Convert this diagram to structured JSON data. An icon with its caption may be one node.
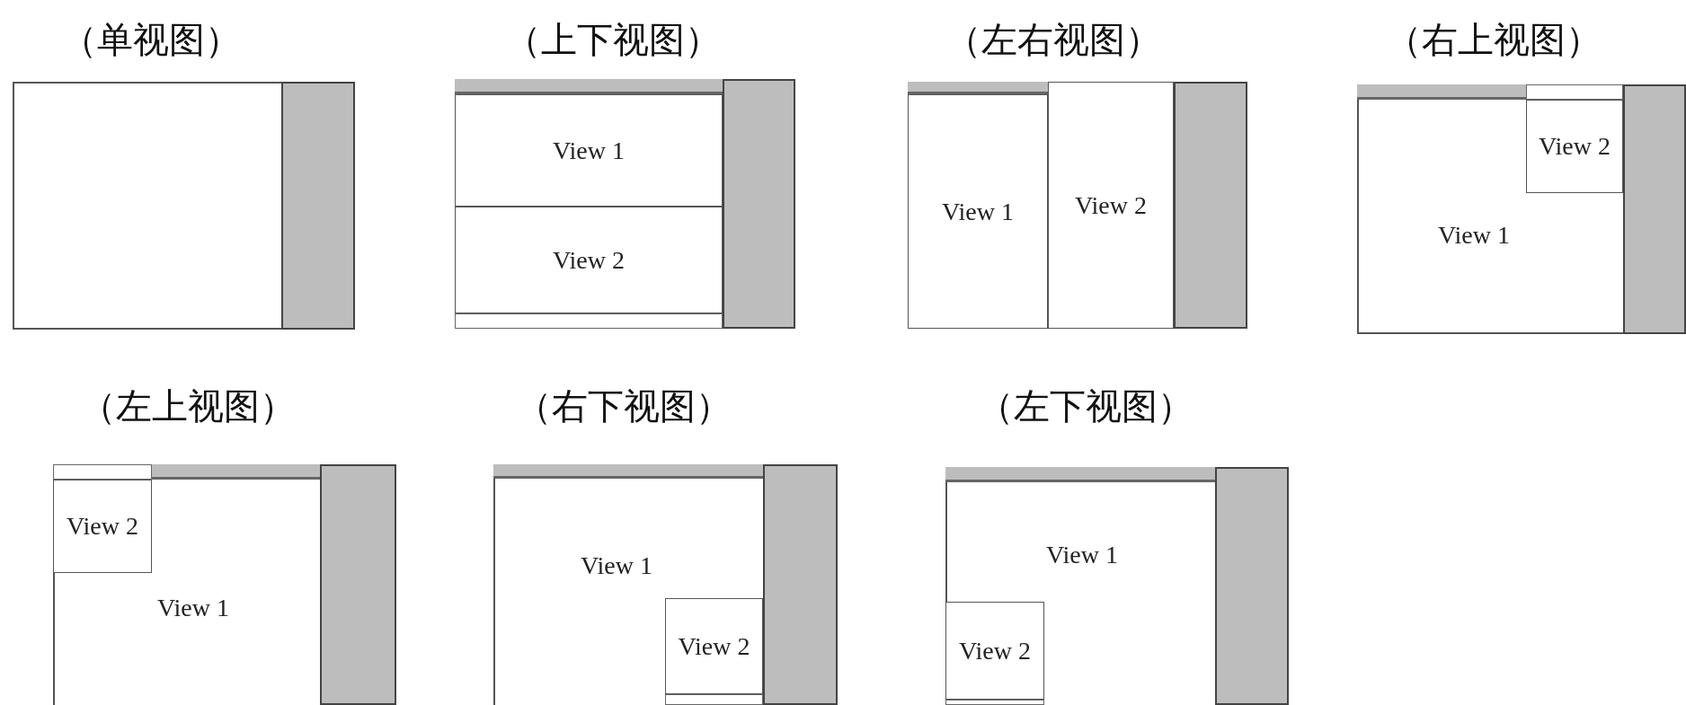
{
  "diagram": {
    "nodes": [
      {
        "text": [
          "（单视图）"
        ]
      },
      {
        "text": [],
        "shape": "bar",
        "in": 0
      },
      {
        "text": [
          "（上下视图）"
        ]
      },
      {
        "text": [],
        "shape": "bar",
        "in": 2
      },
      {
        "text": [
          "View 1"
        ],
        "in": 2
      },
      {
        "text": [
          "View 2"
        ],
        "in": 2
      },
      {
        "text": [],
        "shape": "bar",
        "in": 2
      },
      {
        "text": [],
        "shape": "bar",
        "in": 2
      },
      {
        "text": [
          "（左右视图）"
        ]
      },
      {
        "text": [],
        "shape": "bar",
        "in": 8
      },
      {
        "text": [
          "View 1"
        ],
        "in": 8
      },
      {
        "text": [
          "View 2"
        ],
        "in": 8
      },
      {
        "text": [],
        "shape": "bar",
        "in": 8
      },
      {
        "text": [
          "（右上视图）"
        ]
      },
      {
        "text": [],
        "shape": "bar",
        "in": 13
      },
      {
        "text": [],
        "shape": "bar",
        "in": 13
      },
      {
        "text": [
          "View 2"
        ],
        "in": 13
      },
      {
        "text": [],
        "shape": "bar",
        "in": 13
      },
      {
        "text": [
          "View 1"
        ],
        "in": 13
      },
      {
        "text": [
          "（左上视图）"
        ]
      },
      {
        "text": [],
        "shape": "bar",
        "in": 19
      },
      {
        "text": [],
        "shape": "bar",
        "in": 19
      },
      {
        "text": [],
        "shape": "bar",
        "in": 19
      },
      {
        "text": [
          "View 2"
        ],
        "in": 19
      },
      {
        "text": [
          "View 1"
        ],
        "in": 19
      },
      {
        "text": [
          "（右下视图）"
        ]
      },
      {
        "text": [],
        "shape": "bar",
        "in": 25
      },
      {
        "text": [],
        "shape": "bar",
        "in": 25
      },
      {
        "text": [
          "View 1"
        ],
        "in": 25
      },
      {
        "text": [
          "View 2"
        ],
        "in": 25
      },
      {
        "text": [],
        "shape": "bar",
        "in": 25
      },
      {
        "text": [
          "（左下视图）"
        ]
      },
      {
        "text": [],
        "shape": "bar",
        "in": 31
      },
      {
        "text": [],
        "shape": "bar",
        "in": 31
      },
      {
        "text": [
          "View 1"
        ],
        "in": 31
      },
      {
        "text": [
          "View 2"
        ],
        "in": 31
      },
      {
        "text": [],
        "shape": "bar",
        "in": 31
      }
    ]
  }
}
